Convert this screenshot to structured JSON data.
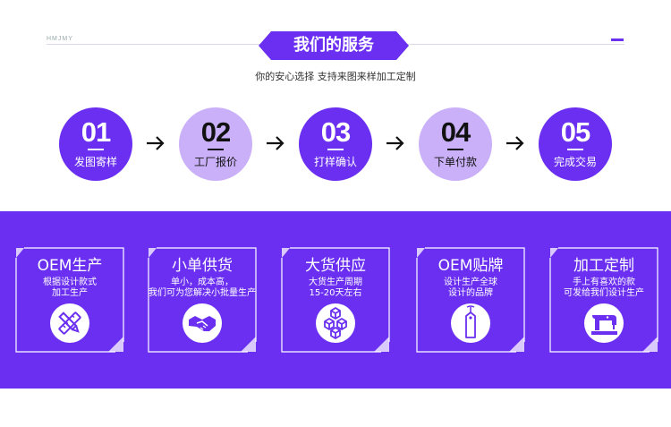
{
  "header": {
    "brand_mark": "HMJMY",
    "title": "我们的服务",
    "subtitle": "你的安心选择 支持来图来样加工定制"
  },
  "steps": [
    {
      "num": "01",
      "label": "发图寄样",
      "style": "dark"
    },
    {
      "num": "02",
      "label": "工厂报价",
      "style": "light"
    },
    {
      "num": "03",
      "label": "打样确认",
      "style": "dark"
    },
    {
      "num": "04",
      "label": "下单付款",
      "style": "light"
    },
    {
      "num": "05",
      "label": "完成交易",
      "style": "dark"
    }
  ],
  "services": [
    {
      "title": "OEM生产",
      "line1": "根据设计款式",
      "line2": "加工生产",
      "icon": "pencil-ruler-icon"
    },
    {
      "title": "小单供货",
      "line1": "单小，成本高，",
      "line2": "我们可为您解决小批量生产",
      "icon": "handshake-icon"
    },
    {
      "title": "大货供应",
      "line1": "大货生产周期",
      "line2": "15-20天左右",
      "icon": "boxes-icon"
    },
    {
      "title": "OEM贴牌",
      "line1": "设计生产全球",
      "line2": "设计的品牌",
      "icon": "tag-icon"
    },
    {
      "title": "加工定制",
      "line1": "手上有喜欢的款",
      "line2": "可发给我们设计生产",
      "icon": "sewing-machine-icon"
    }
  ],
  "colors": {
    "primary": "#6a2ff0",
    "light_step": "#c9b0f8",
    "white": "#ffffff"
  }
}
